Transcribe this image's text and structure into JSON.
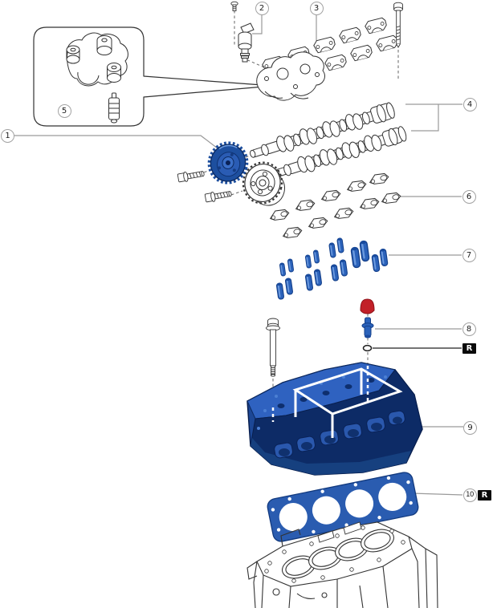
{
  "figure": {
    "kind": "exploded-parts-diagram",
    "background_color": "#ffffff"
  },
  "colors": {
    "part_highlight_blue": "#2255ab",
    "part_highlight_blue_dark": "#0c2a61",
    "part_highlight_blue_light": "#4b7fd4",
    "seal_red": "#c22028",
    "line_art": "#333333",
    "leader_line": "#9a9a9a",
    "badge_background": "#0a0a0a",
    "badge_text": "#ffffff"
  },
  "callouts": {
    "c1": {
      "label": "1",
      "part": "camshaft-vvt-sprocket"
    },
    "c2": {
      "label": "2",
      "part": "oil-control-valve"
    },
    "c3": {
      "label": "3",
      "part": "camshaft-bearing-caps"
    },
    "c4": {
      "label": "4",
      "part": "camshafts"
    },
    "c5": {
      "label": "5",
      "part": "oil-check-valve"
    },
    "c6": {
      "label": "6",
      "part": "rocker-arms"
    },
    "c7": {
      "label": "7",
      "part": "hydraulic-lash-adjusters"
    },
    "c8": {
      "label": "8",
      "part": "spark-plug-tube-seal"
    },
    "c9": {
      "label": "9",
      "part": "cylinder-head"
    },
    "c10": {
      "label": "10",
      "part": "cylinder-head-gasket"
    }
  },
  "badges": {
    "r1": {
      "label": "R"
    },
    "r2": {
      "label": "R"
    }
  }
}
